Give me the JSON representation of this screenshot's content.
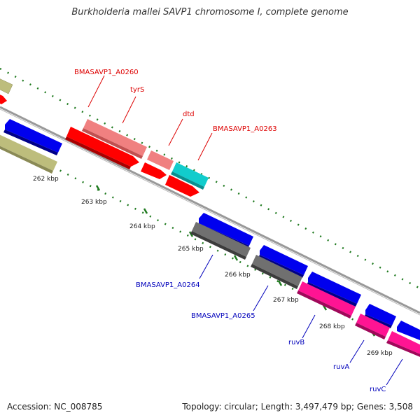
{
  "title": "Burkholderia mallei SAVP1 chromosome I, complete genome",
  "footer": {
    "accession": "Accession: NC_008785",
    "stats": "Topology: circular; Length: 3,497,479 bp; Genes: 3,508"
  },
  "colors": {
    "background": "#ffffff",
    "backbone": "#999999",
    "tick": "#1f7a1f",
    "forward_label": "#dd0000",
    "reverse_label": "#0000bb",
    "gene_blue": "#0000ee",
    "gene_red": "#ff0000",
    "gene_salmon": "#f08080",
    "gene_cyan": "#11cccc",
    "gene_gray": "#707070",
    "gene_magenta": "#ff1493",
    "gene_olive": "#bdbd7c"
  },
  "ticks": [
    "262 kbp",
    "263 kbp",
    "264 kbp",
    "265 kbp",
    "266 kbp",
    "267 kbp",
    "268 kbp",
    "269 kbp"
  ],
  "gene_labels": [
    {
      "text": "BMASAVP1_A0260",
      "strand": "forward"
    },
    {
      "text": "tyrS",
      "strand": "forward"
    },
    {
      "text": "dtd",
      "strand": "forward"
    },
    {
      "text": "BMASAVP1_A0263",
      "strand": "forward"
    },
    {
      "text": "BMASAVP1_A0264",
      "strand": "reverse"
    },
    {
      "text": "BMASAVP1_A0265",
      "strand": "reverse"
    },
    {
      "text": "ruvB",
      "strand": "reverse"
    },
    {
      "text": "ruvA",
      "strand": "reverse"
    },
    {
      "text": "ruvC",
      "strand": "reverse"
    }
  ]
}
